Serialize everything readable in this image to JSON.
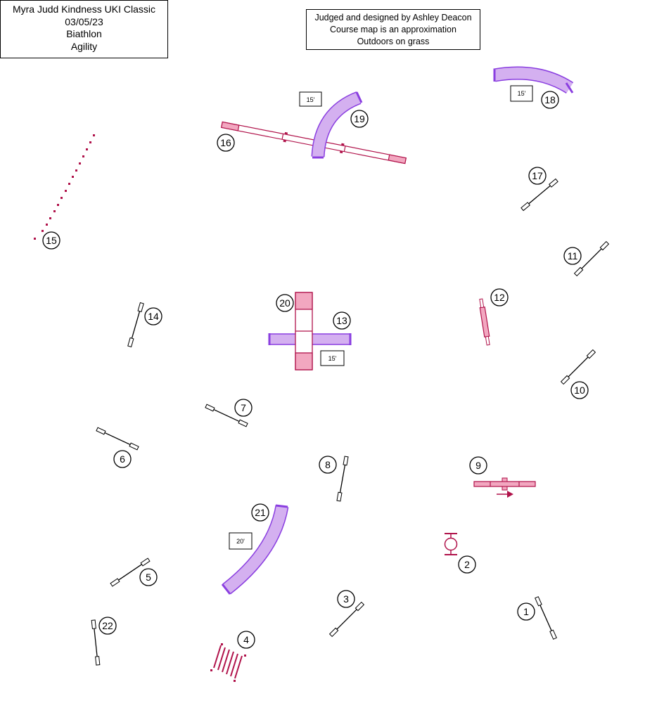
{
  "header": {
    "lines": [
      "Myra Judd Kindness UKI Classic",
      "03/05/23",
      "Biathlon",
      "Agility"
    ]
  },
  "judge_box": {
    "lines": [
      "Judged and designed by Ashley Deacon",
      "Course map is an approximation",
      "Outdoors on grass"
    ]
  },
  "obstacle_numbers": {
    "n1": "1",
    "n2": "2",
    "n3": "3",
    "n4": "4",
    "n5": "5",
    "n6": "6",
    "n7": "7",
    "n8": "8",
    "n9": "9",
    "n10": "10",
    "n11": "11",
    "n12": "12",
    "n13": "13",
    "n14": "14",
    "n15": "15",
    "n16": "16",
    "n17": "17",
    "n18": "18",
    "n19": "19",
    "n20": "20",
    "n21": "21",
    "n22": "22"
  },
  "tunnel_lengths": {
    "t19": "15'",
    "t18": "15'",
    "t13": "15'",
    "t21": "20'"
  },
  "colors": {
    "jump": "#000000",
    "contact_equipment": "#b0124a",
    "contact_fill": "#f2a7c0",
    "tunnel_fill": "#d4b0f0",
    "tunnel_stroke": "#8a3ee0"
  }
}
